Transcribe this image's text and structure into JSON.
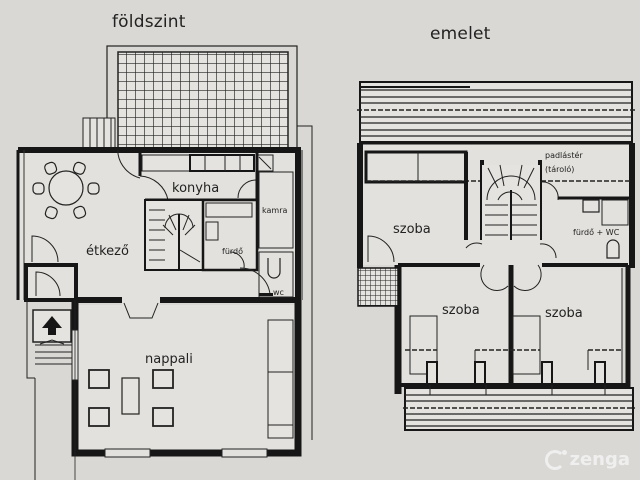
{
  "plans": {
    "ground_floor": {
      "title": "földszint",
      "rooms": {
        "kitchen": "konyha",
        "pantry": "kamra",
        "dining": "étkező",
        "bathroom": "fürdő",
        "wc": "wc",
        "living": "nappali"
      }
    },
    "upper_floor": {
      "title": "emelet",
      "rooms": {
        "attic_line1": "padlástér",
        "attic_line2": "(tároló)",
        "room_left": "szoba",
        "bath_wc": "fürdő + WC",
        "room_bottom_left": "szoba",
        "room_bottom_right": "szoba"
      }
    }
  },
  "watermark": {
    "brand": "zenga",
    "icon": "zenga-logo-icon"
  },
  "colors": {
    "background": "#d9d8d4",
    "wall": "#161616",
    "watermark": "#f2f2f2"
  }
}
